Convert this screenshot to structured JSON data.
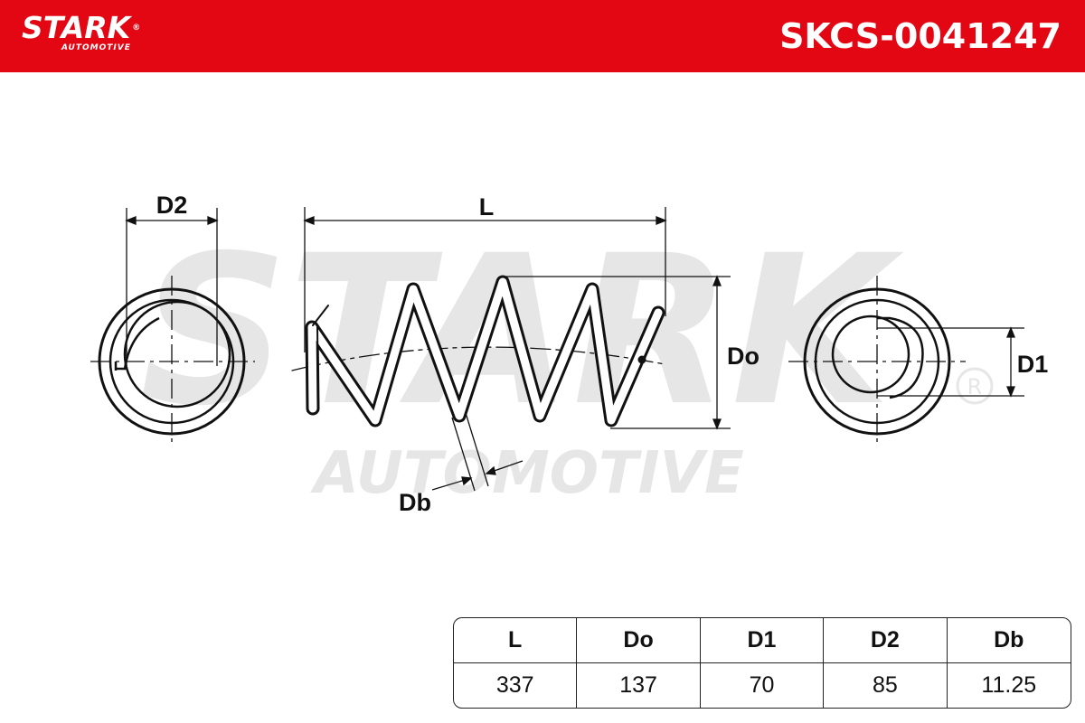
{
  "header": {
    "brand": "STARK",
    "brand_sub": "AUTOMOTIVE",
    "part_number": "SKCS-0041247",
    "color": "#e30613"
  },
  "diagram": {
    "labels": {
      "d2": "D2",
      "l": "L",
      "do": "Do",
      "db": "Db",
      "d1": "D1"
    },
    "watermark": {
      "main": "STARK",
      "sub": "AUTOMOTIVE"
    }
  },
  "specs": {
    "headers": [
      "L",
      "Do",
      "D1",
      "D2",
      "Db"
    ],
    "values": [
      "337",
      "137",
      "70",
      "85",
      "11.25"
    ]
  }
}
